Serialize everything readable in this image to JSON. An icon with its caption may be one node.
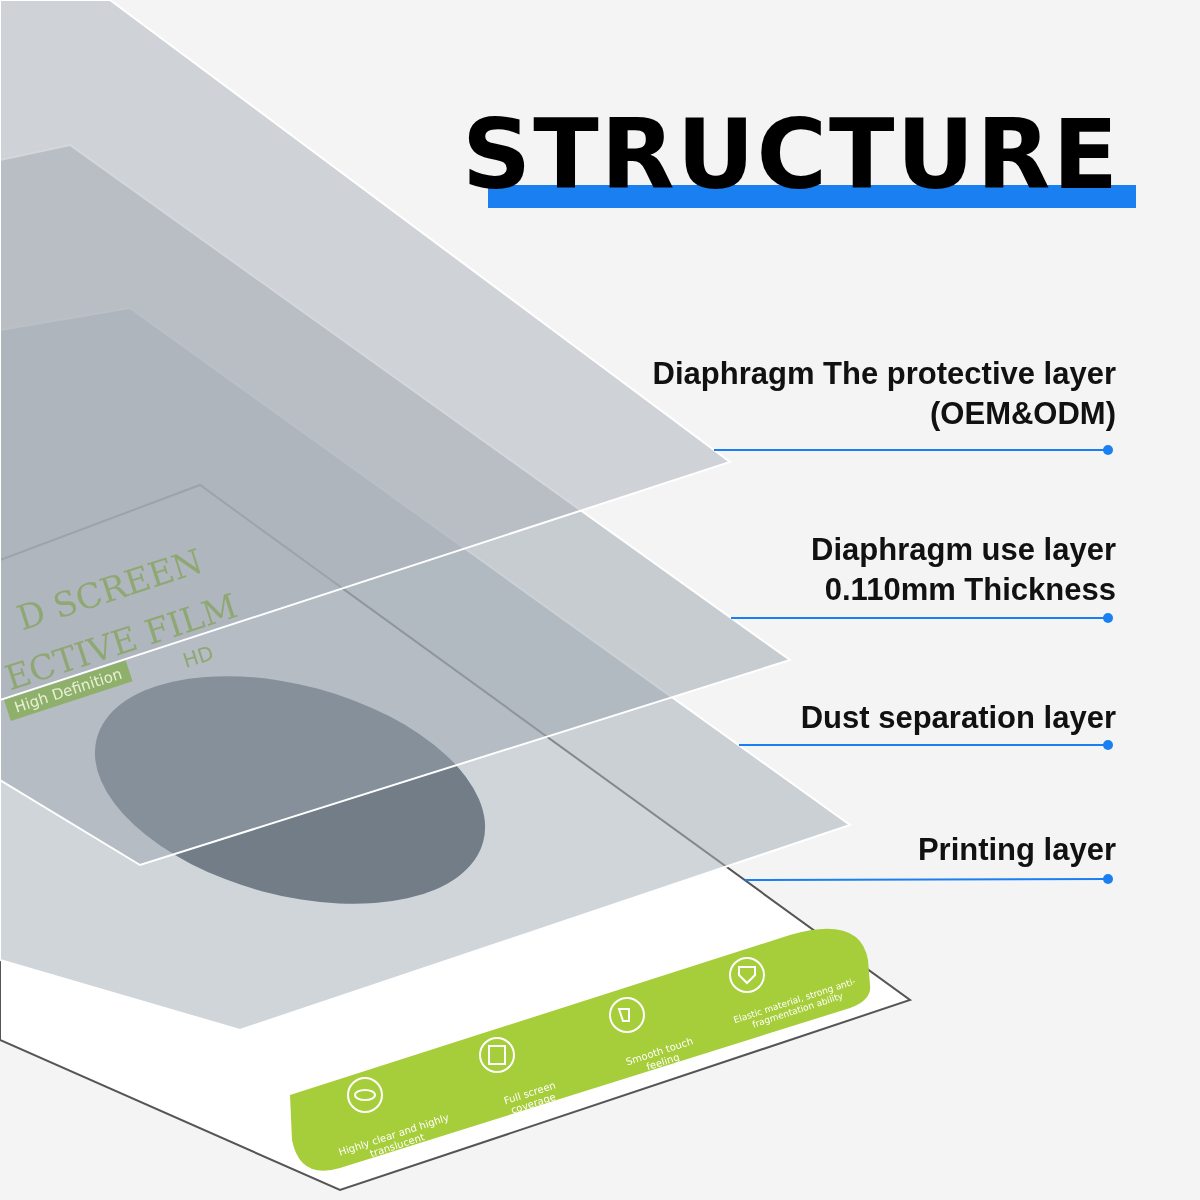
{
  "diagram": {
    "title": "STRUCTURE",
    "nodes": [
      {
        "text": [
          "Diaphragm The protective layer (OEM&ODM)"
        ]
      },
      {
        "text": [
          "Diaphragm use layer 0.110mm Thickness"
        ]
      },
      {
        "text": [
          "Dust separation layer"
        ]
      },
      {
        "text": [
          "Printing layer"
        ]
      },
      {
        "text": [],
        "shape": "box"
      },
      {
        "text": [],
        "shape": "box"
      },
      {
        "text": [],
        "shape": "box"
      },
      {
        "text": [],
        "shape": "box"
      }
    ],
    "edges": [
      {
        "from": 0,
        "to": 4,
        "arrow": "other"
      },
      {
        "from": 1,
        "to": 5,
        "arrow": "other"
      },
      {
        "from": 2,
        "to": 6,
        "arrow": "other"
      },
      {
        "from": 3,
        "to": 7,
        "arrow": "other"
      }
    ],
    "labels": [
      "D SCREEN",
      "ECTIVE FILM",
      "High Definition",
      "HD",
      "Highly clear and highly translucent",
      "Full screen coverage",
      "Smooth touch feeling",
      "Elastic material, strong anti-fragmentation ability"
    ]
  }
}
